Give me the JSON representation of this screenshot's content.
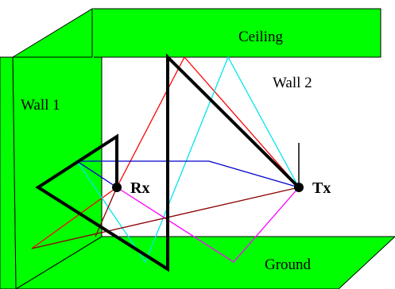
{
  "labels": {
    "ceiling": "Ceiling",
    "wall1": "Wall 1",
    "wall2": "Wall 2",
    "ground": "Ground",
    "rx": "Rx",
    "tx": "Tx"
  },
  "colors": {
    "surface": "#00ff00",
    "outline": "#000000",
    "ray_red": "#ff0000",
    "ray_cyan": "#00e5ee",
    "ray_blue": "#0000cc",
    "ray_magenta": "#ff00ff",
    "ray_darkred": "#8b0000",
    "ray_thick": "#000000"
  },
  "rays": [
    {
      "name": "red-ceiling-ray",
      "color": "ray_red"
    },
    {
      "name": "cyan-ceiling-ray",
      "color": "ray_cyan"
    },
    {
      "name": "blue-wall1-ray",
      "color": "ray_blue"
    },
    {
      "name": "magenta-ground-ray",
      "color": "ray_magenta"
    },
    {
      "name": "darkred-ray",
      "color": "ray_darkred"
    },
    {
      "name": "thick-multi-bounce-ray",
      "color": "ray_thick"
    }
  ]
}
